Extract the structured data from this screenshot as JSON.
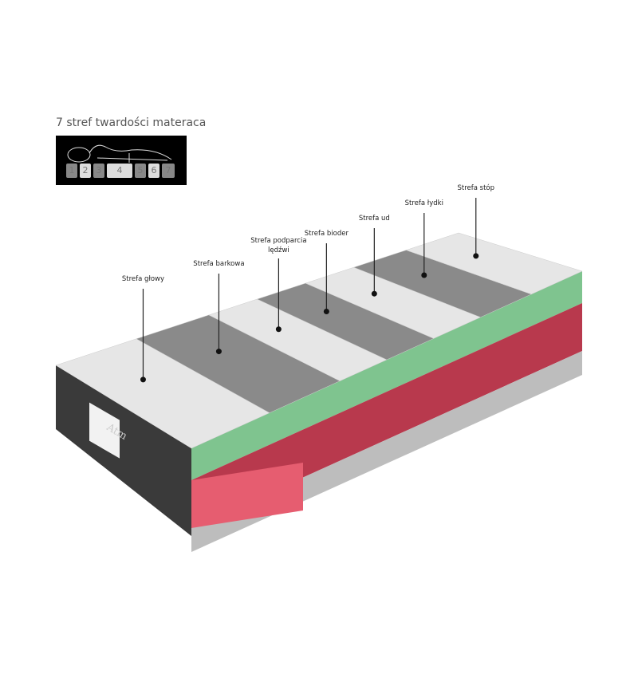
{
  "title": "7 stref twardości materaca",
  "legend_zones": [
    "1",
    "2",
    "3",
    "4",
    "5",
    "6",
    "7"
  ],
  "zones": [
    {
      "label": "Strefa głowy",
      "shade": "light"
    },
    {
      "label": "Strefa barkowa",
      "shade": "dark"
    },
    {
      "label": "Strefa podparcia",
      "label2": "lędźwi",
      "shade": "light"
    },
    {
      "label": "Strefa bioder",
      "shade": "dark"
    },
    {
      "label": "Strefa ud",
      "shade": "light"
    },
    {
      "label": "Strefa łydki",
      "shade": "dark"
    },
    {
      "label": "Strefa stóp",
      "shade": "light"
    }
  ],
  "brand": "Atm",
  "colors": {
    "light": "#e6e6e6",
    "dark": "#8a8a8a",
    "green": "#7fc48f",
    "red": "#b8394d",
    "pink": "#e65d70",
    "side": "#3a3a3a"
  }
}
